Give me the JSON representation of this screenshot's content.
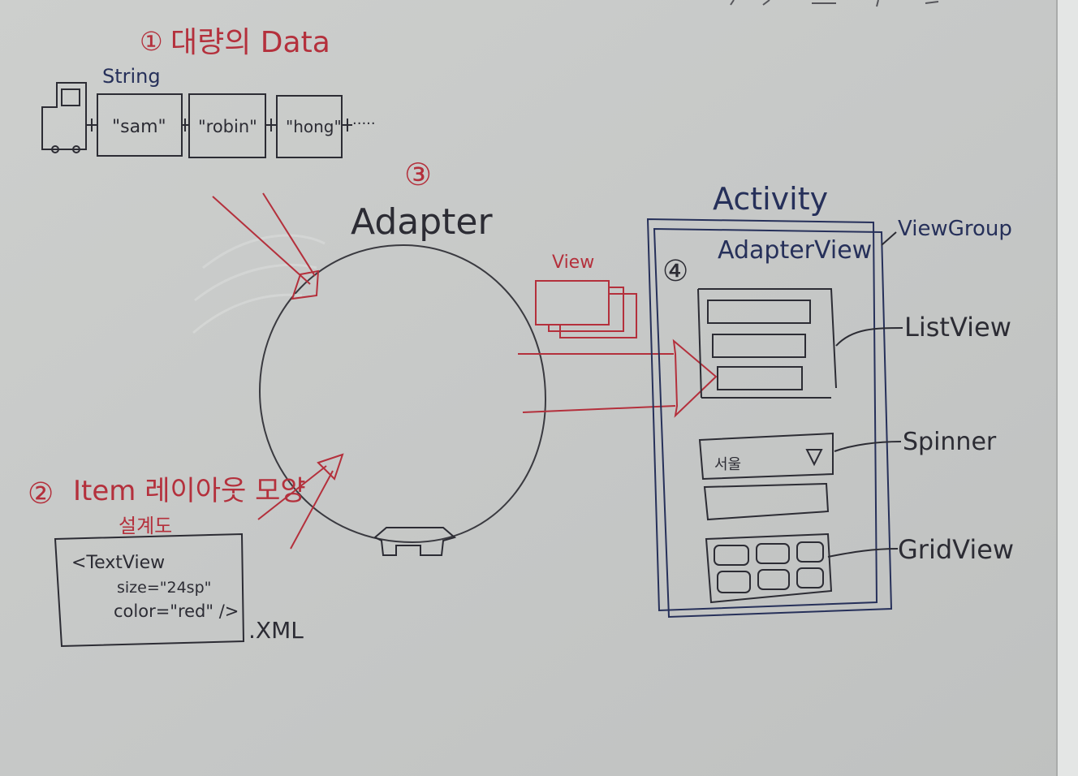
{
  "palette": {
    "board": "#c9cbc9",
    "red_ink": "#b4303c",
    "navy_ink": "#26305a",
    "dark_ink": "#2c2c34"
  },
  "data_section": {
    "number": "①",
    "title": "대량의 Data",
    "type_label": "String",
    "items": [
      "\"sam\"",
      "\"robin\"",
      "\"hong\""
    ],
    "ellipsis": "·····"
  },
  "adapter": {
    "number": "③",
    "label": "Adapter"
  },
  "view_label": "View",
  "item_section": {
    "number": "②",
    "title": "Item 레이아웃 모양",
    "subtitle": "설계도",
    "code_lines": [
      "<TextView",
      "size=\"24sp\"",
      "color=\"red\"  />"
    ],
    "file_ext": ".XML"
  },
  "activity": {
    "title": "Activity",
    "number": "④",
    "adapter_view_label": "AdapterView",
    "spinner_value": "서울",
    "labels": {
      "viewgroup": "ViewGroup",
      "listview": "ListView",
      "spinner": "Spinner",
      "gridview": "GridView"
    }
  }
}
